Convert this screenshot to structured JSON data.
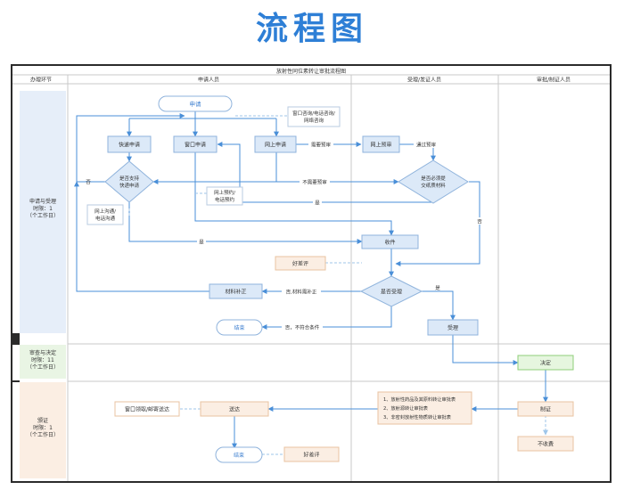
{
  "page_title": "流程图",
  "chart_title": "放射性同位素转让审批流程图",
  "columns": [
    "办理环节",
    "申请人员",
    "受理/发证人员",
    "审批/制证人员"
  ],
  "phases": [
    {
      "lines": [
        "申请与受理",
        "时限：1",
        "（个工作日）"
      ]
    },
    {
      "lines": [
        "审查与决定",
        "时限：11",
        "（个工作日）"
      ]
    },
    {
      "lines": [
        "颁证",
        "时限：1",
        "（个工作日）"
      ]
    }
  ],
  "nodes": {
    "apply": "申请",
    "consult": [
      "窗口咨询/电话咨询/",
      "网络咨询"
    ],
    "express_apply": "快递申请",
    "window_apply": "窗口申请",
    "online_apply": "网上申请",
    "online_precheck": "网上预审",
    "express_decision": [
      "是否支持",
      "快递申请"
    ],
    "online_reserve": [
      "网上预约/",
      "电话预约"
    ],
    "online_comm": [
      "网上沟通/",
      "电话沟通"
    ],
    "need_paper": [
      "是否必须提",
      "交纸质材料"
    ],
    "receive": "收件",
    "good_review_1": "好差评",
    "supplement": "材料补正",
    "accept_decision": "是否受理",
    "end_1": "结束",
    "accept": "受理",
    "examine": "决定",
    "certificates": [
      "1、放射性药品及其原料转让审批表",
      "2、放射源转让审批表",
      "3、非密封放射性物质转让审批表"
    ],
    "make_cert": "制证",
    "deliver": "送达",
    "window_pickup": "窗口领取/邮寄送达",
    "end_2": "结束",
    "good_review_2": "好差评",
    "no_charge": "不收费"
  },
  "edge_labels": {
    "need_precheck": "需要预审",
    "pass_precheck": "通过预审",
    "no_precheck": "不需要预审",
    "no": "否",
    "yes": "是",
    "no_supplement": "否,材料需补正",
    "no_not_meet": "否，不符合条件"
  },
  "colors": {
    "title": "#2e7fd6",
    "box_fill": "#dce9f8",
    "box_stroke": "#8fb3dc",
    "edge": "#4a8fd8",
    "phase1": "#e6eef9",
    "phase2": "#e9f5e4",
    "phase3": "#fbeee3",
    "decide_fill": "#e6f6df",
    "decide_stroke": "#8fcf78",
    "deliver_fill": "#fbeee3",
    "deliver_stroke": "#e8c3a0"
  }
}
